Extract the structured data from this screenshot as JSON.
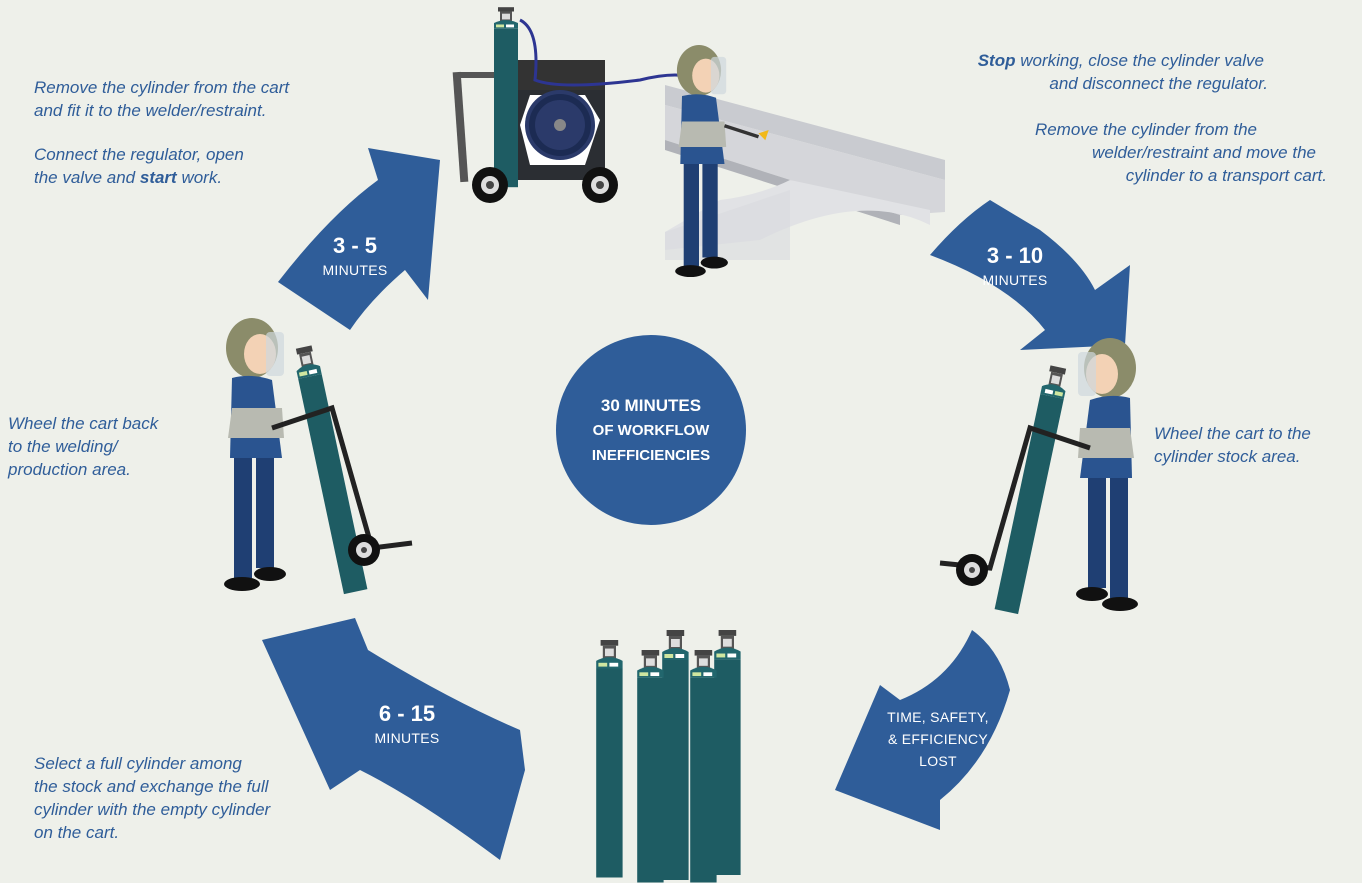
{
  "center": {
    "line1": "30 MINUTES",
    "line2": "OF WORKFLOW",
    "line3": "INEFFICIENCIES"
  },
  "arrows": {
    "top_left": {
      "big": "3 - 5",
      "small": "MINUTES"
    },
    "top_right": {
      "big": "3 - 10",
      "small": "MINUTES"
    },
    "bottom_left": {
      "big": "6 - 15",
      "small": "MINUTES"
    },
    "bottom_right": {
      "line1": "TIME, SAFETY,",
      "line2": "& EFFICIENCY",
      "line3": "LOST"
    }
  },
  "notes": {
    "top_left_1a": "Remove the cylinder from the cart",
    "top_left_1b": "and fit it to the welder/restraint.",
    "top_left_2a": "Connect the regulator, open",
    "top_left_2b_pre": "the valve and ",
    "top_left_2b_bold": "start",
    "top_left_2b_post": " work.",
    "top_right_1a_bold": "Stop",
    "top_right_1a_post": " working, close the cylinder valve",
    "top_right_1b": "and disconnect the regulator.",
    "top_right_2a": "Remove the cylinder from the",
    "top_right_2b": "welder/restraint and move the",
    "top_right_2c": "cylinder to a transport cart.",
    "left_1": "Wheel the cart back",
    "left_2": "to the welding/",
    "left_3": "production area.",
    "right_1": "Wheel the cart to the",
    "right_2": "cylinder stock area.",
    "bottom_1": "Select a full cylinder among",
    "bottom_2": "the stock and exchange the full",
    "bottom_3": "cylinder with the empty cylinder",
    "bottom_4": "on the cart."
  },
  "colors": {
    "accent_blue": "#2f5d99",
    "cylinder_teal": "#1e5c63",
    "background": "#eef0ea",
    "worker_navy": "#1f3f73"
  },
  "icons": [
    "welding-station-illustration",
    "welder-worker-icon",
    "cylinder-cart-worker-icon",
    "cylinder-stock-icon"
  ]
}
